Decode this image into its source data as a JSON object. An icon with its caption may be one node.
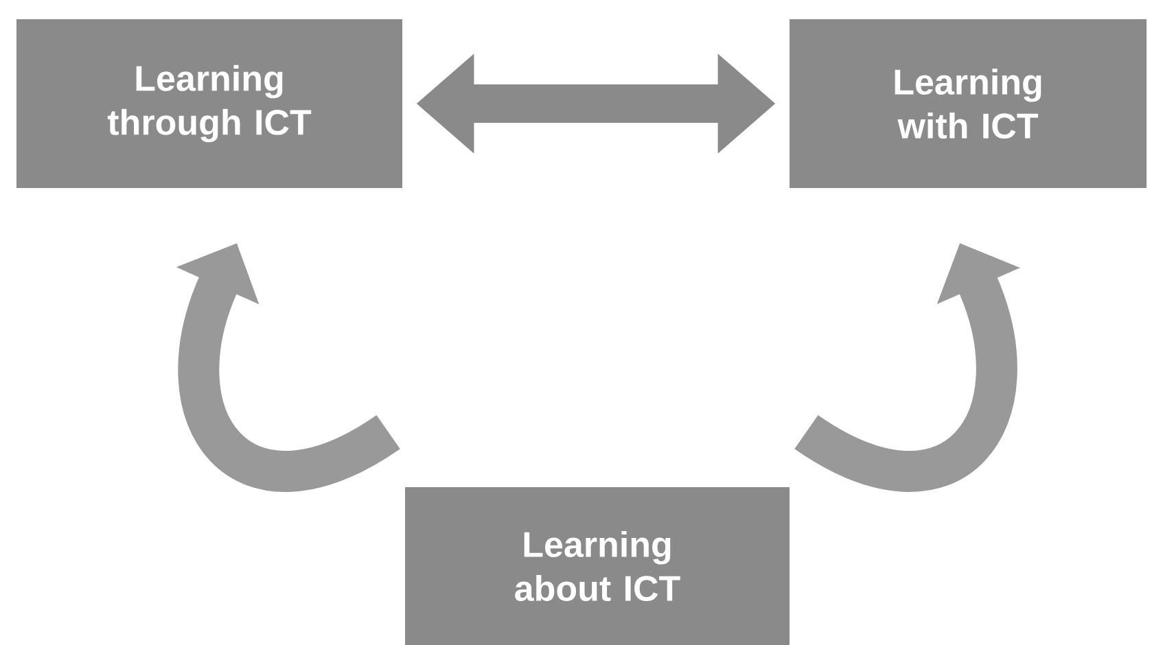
{
  "diagram": {
    "nodes": [
      {
        "text": [
          "Learning through ICT"
        ]
      },
      {
        "text": [
          "Learning with ICT"
        ]
      },
      {
        "text": [
          "Learning about ICT"
        ]
      }
    ],
    "edges": [
      {
        "from": 0,
        "to": 1,
        "arrow": "both"
      },
      {
        "from": 2,
        "to": 0,
        "arrow": "to"
      },
      {
        "from": 2,
        "to": 1,
        "arrow": "to"
      }
    ]
  }
}
